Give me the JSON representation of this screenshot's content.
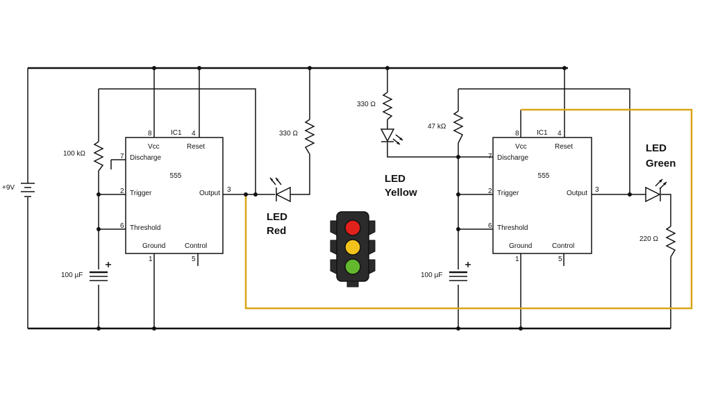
{
  "supply_label": "+9V",
  "ic_left": {
    "name": "IC1",
    "chip": "555",
    "pins": {
      "vcc": {
        "num": "8",
        "label": "Vcc"
      },
      "reset": {
        "num": "4",
        "label": "Reset"
      },
      "discharge": {
        "num": "7",
        "label": "Discharge"
      },
      "trigger": {
        "num": "2",
        "label": "Trigger"
      },
      "threshold": {
        "num": "6",
        "label": "Threshold"
      },
      "output": {
        "num": "3",
        "label": "Output"
      },
      "ground": {
        "num": "1",
        "label": "Ground"
      },
      "control": {
        "num": "5",
        "label": "Control"
      }
    }
  },
  "ic_right": {
    "name": "IC1",
    "chip": "555",
    "pins": {
      "vcc": {
        "num": "8",
        "label": "Vcc"
      },
      "reset": {
        "num": "4",
        "label": "Reset"
      },
      "discharge": {
        "num": "7",
        "label": "Discharge"
      },
      "trigger": {
        "num": "2",
        "label": "Trigger"
      },
      "threshold": {
        "num": "6",
        "label": "Threshold"
      },
      "output": {
        "num": "3",
        "label": "Output"
      },
      "ground": {
        "num": "1",
        "label": "Ground"
      },
      "control": {
        "num": "5",
        "label": "Control"
      }
    }
  },
  "components": {
    "r_left_timing": "100 kΩ",
    "c_left": "100 µF",
    "r_red": "330 Ω",
    "r_yellow": "330 Ω",
    "r_right_timing": "47 kΩ",
    "c_right": "100 µF",
    "r_green": "220 Ω"
  },
  "led_labels": {
    "red": {
      "line1": "LED",
      "line2": "Red"
    },
    "yellow": {
      "line1": "LED",
      "line2": "Yellow"
    },
    "green": {
      "line1": "LED",
      "line2": "Green"
    }
  },
  "colors": {
    "wire": "#111111",
    "highlight_wire": "#d9a514",
    "light_red": "#e0211c",
    "light_yellow": "#f2c21b",
    "light_green": "#64b82d",
    "housing": "#2b2b2b"
  }
}
